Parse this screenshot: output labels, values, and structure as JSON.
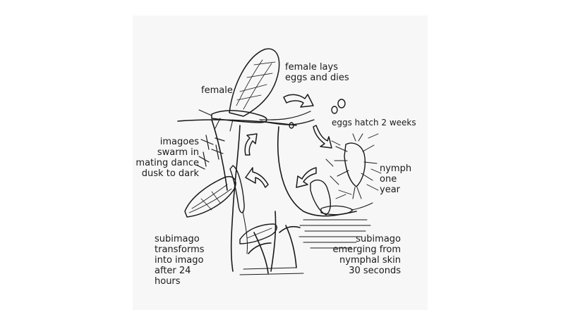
{
  "labels": {
    "female": "female",
    "female_lays": "female lays\neggs and dies",
    "eggs_hatch": "eggs hatch 2 weeks",
    "nymph": "nymph\none\nyear",
    "subimago_emerging": "subimago\nemerging from\nnymphal skin\n30 seconds",
    "subimago_transforms": "subimago\ntransforms\ninto imago\nafter 24\nhours",
    "imagoes_swarm": "imagoes\nswarm in\nmating dance\ndusk to dark"
  },
  "colors": {
    "ink": "#1a1a1a",
    "panel": "#f7f7f7",
    "arrow_fill": "#ffffff"
  },
  "icons": [
    "cycle-arrow",
    "mayfly",
    "egg",
    "nymph",
    "water-surface",
    "plant-stems"
  ]
}
